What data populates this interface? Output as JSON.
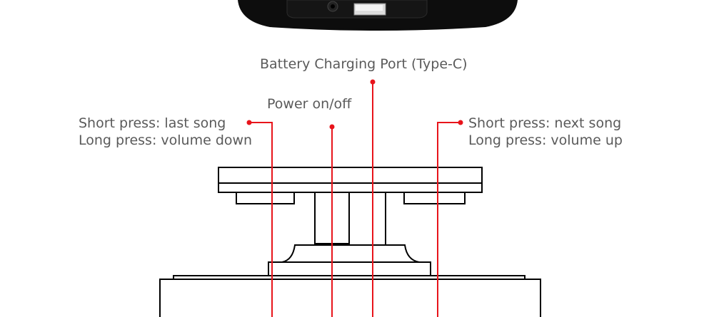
{
  "labels": {
    "charging_port": "Battery Charging Port (Type-C)",
    "power": "Power on/off",
    "left_line1": "Short press: last song",
    "left_line2": "Long press: volume down",
    "right_line1": "Short press: next song",
    "right_line2": "Long press: volume up"
  },
  "colors": {
    "callout": "#e8141b",
    "text": "#5a5a5a",
    "outline": "#000000"
  }
}
